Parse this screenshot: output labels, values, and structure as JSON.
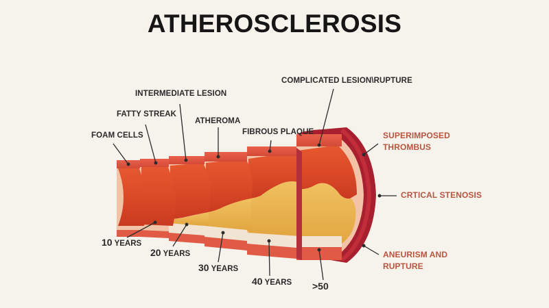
{
  "title": "ATHEROSCLEROSIS",
  "stages": [
    {
      "label": "FOAM CELLS",
      "age_num": "10",
      "age_unit": "YEARS"
    },
    {
      "label": "FATTY STREAK",
      "age_num": "20",
      "age_unit": "YEARS"
    },
    {
      "label": "INTERMEDIATE LESION",
      "age_num": "30",
      "age_unit": "YEARS"
    },
    {
      "label": "ATHEROMA",
      "age_num": "40",
      "age_unit": "YEARS"
    },
    {
      "label": "FIBROUS PLAQUE",
      "age_num": ">50",
      "age_unit": ""
    },
    {
      "label": "COMPLICATED LESION\\RUPTURE"
    }
  ],
  "complications": [
    {
      "line1": "SUPERIMPOSED",
      "line2": "THROMBUS"
    },
    {
      "line1": "CRTICAL STENOSIS"
    },
    {
      "line1": "ANEURISM AND",
      "line2": "RUPTURE"
    }
  ],
  "colors": {
    "background": "#f6f2ec",
    "vessel_red": "#e0502e",
    "wall_dark": "#a8202f",
    "intima_pink": "#f2c3a6",
    "plaque_yellow": "#e9b34c",
    "complication_text": "#b8553f"
  }
}
